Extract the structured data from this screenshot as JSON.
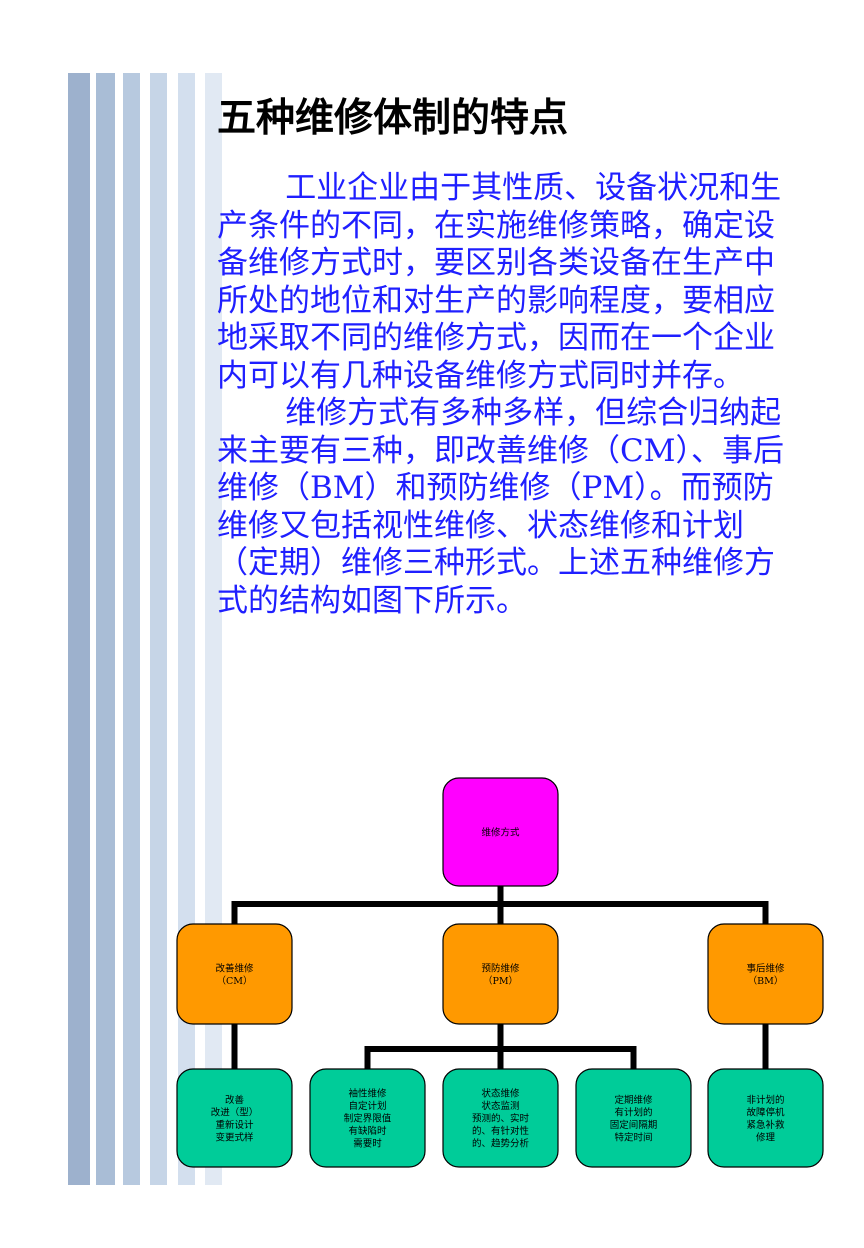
{
  "title": "五种维修体制的特点",
  "paragraphs": [
    "工业企业由于其性质、设备状况和生产条件的不同，在实施维修策略，确定设备维修方式时，要区别各类设备在生产中所处的地位和对生产的影响程度，要相应地采取不同的维修方式，因而在一个企业内可以有几种设备维修方式同时并存。",
    "维修方式有多种多样，但综合归纳起来主要有三种，即改善维修（CM）、事后维修（BM）和预防维修（PM）。而预防维修又包括视性维修、状态维修和计划（定期）维修三种形式。上述五种维修方式的结构如图下所示。"
  ],
  "diagram": {
    "root": {
      "id": "root",
      "lines": [
        "维修方式"
      ],
      "color": "#ff00ff"
    },
    "level1": [
      {
        "id": "cm",
        "lines": [
          "改善维修",
          "（CM）"
        ],
        "color": "#ff9900"
      },
      {
        "id": "pm",
        "lines": [
          "预防维修",
          "（PM）"
        ],
        "color": "#ff9900"
      },
      {
        "id": "bm",
        "lines": [
          "事后维修",
          "（BM）"
        ],
        "color": "#ff9900"
      }
    ],
    "level2": [
      {
        "id": "cm-detail",
        "parent": "cm",
        "lines": [
          "改善",
          "改进（型）",
          "重新设计",
          "变更式样"
        ],
        "color": "#00cc99"
      },
      {
        "id": "pm-1",
        "parent": "pm",
        "lines": [
          "袖性维修",
          "自定计划",
          "制定界限值",
          "有缺陷时",
          "需要时"
        ],
        "color": "#00cc99"
      },
      {
        "id": "pm-2",
        "parent": "pm",
        "lines": [
          "状态维修",
          "状态监测",
          "预测的、实时",
          "的、有针对性",
          "的、趋势分析"
        ],
        "color": "#00cc99"
      },
      {
        "id": "pm-3",
        "parent": "pm",
        "lines": [
          "定期维修",
          "有计划的",
          "固定间隔期",
          "特定时间"
        ],
        "color": "#00cc99"
      },
      {
        "id": "bm-detail",
        "parent": "bm",
        "lines": [
          "非计划的",
          "故障停机",
          "紧急补救",
          "修理"
        ],
        "color": "#00cc99"
      }
    ]
  }
}
